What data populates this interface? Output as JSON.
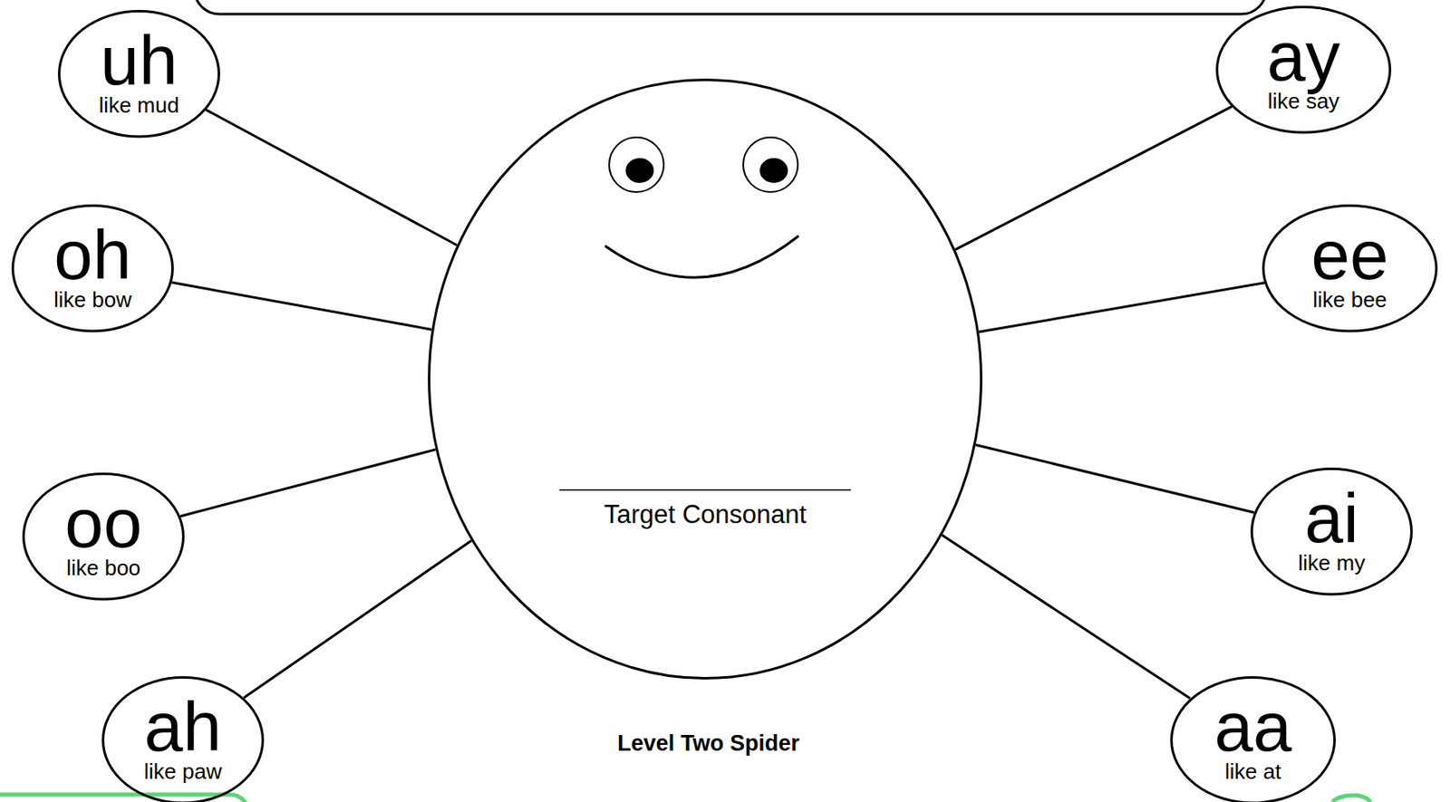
{
  "diagram": {
    "caption": "Level Two Spider",
    "nodes": [
      {
        "text": [
          "Target Consonant"
        ]
      },
      {
        "text": [
          "uh",
          "like mud"
        ]
      },
      {
        "text": [
          "ay",
          "like say"
        ]
      },
      {
        "text": [
          "oh",
          "like bow"
        ]
      },
      {
        "text": [
          "ee",
          "like bee"
        ]
      },
      {
        "text": [
          "oo",
          "like boo"
        ]
      },
      {
        "text": [
          "ai",
          "like my"
        ]
      },
      {
        "text": [
          "ah",
          "like paw"
        ]
      },
      {
        "text": [
          "aa",
          "like at"
        ]
      }
    ],
    "edges": [
      {
        "from": 0,
        "to": 1,
        "arrow": "none"
      },
      {
        "from": 0,
        "to": 2,
        "arrow": "none"
      },
      {
        "from": 0,
        "to": 3,
        "arrow": "none"
      },
      {
        "from": 0,
        "to": 4,
        "arrow": "none"
      },
      {
        "from": 0,
        "to": 5,
        "arrow": "none"
      },
      {
        "from": 0,
        "to": 6,
        "arrow": "none"
      },
      {
        "from": 0,
        "to": 7,
        "arrow": "none"
      },
      {
        "from": 0,
        "to": 8,
        "arrow": "none"
      }
    ]
  }
}
